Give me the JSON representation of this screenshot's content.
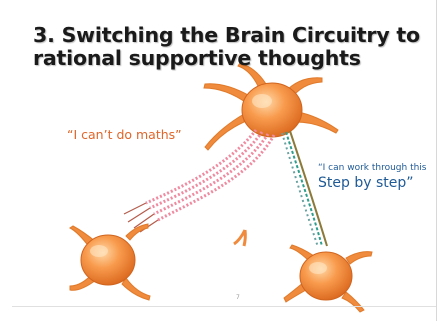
{
  "slide": {
    "title_lines": [
      "3. Switching the Brain Circuitry to",
      "rational supportive thoughts"
    ],
    "negative_thought": "“I can’t do maths”",
    "positive_thought_line1": "“I can work through this",
    "positive_thought_line2": "Step by step”",
    "page_number": "7"
  },
  "colors": {
    "negative_text": "#e0662a",
    "positive_text": "#1f5a96",
    "neuron_body": "#f59445",
    "negative_pathway": "#f08aa0",
    "positive_pathway": "#2e9e8c"
  }
}
